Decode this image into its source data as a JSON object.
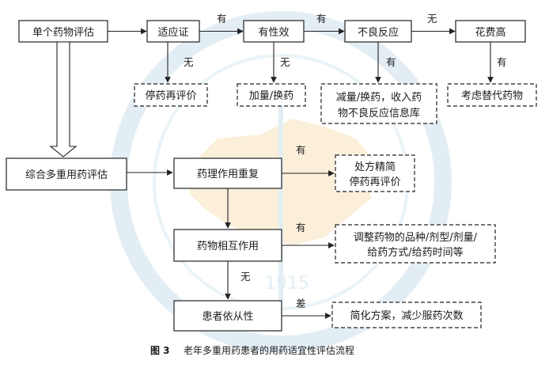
{
  "nodes": {
    "single_eval": "单个药物评估",
    "indication": "适应证",
    "efficacy": "有性效",
    "adverse": "不良反应",
    "cost": "花费高",
    "stop_reeval": "停药再评价",
    "add_switch": "加量/换药",
    "reduce_line1": "减量/换药，收入药",
    "reduce_line2": "物不良反应信息库",
    "alt_drug": "考虑替代药物",
    "comp_eval": "综合多重用药评估",
    "dup": "药理作用重复",
    "interact": "药物相互作用",
    "compliance": "患者依从性",
    "simplify_line1": "处方精简",
    "simplify_line2": "停药再评价",
    "adjust_line1": "调整药物的品种/剂型/剂量/",
    "adjust_line2": "给药方式/给药时间等",
    "reduce_plan": "简化方案，减少服药次数"
  },
  "edges": {
    "yes": "有",
    "no": "无",
    "poor": "差"
  },
  "caption": {
    "num": "图 3",
    "text": "老年多重用药患者的用药适宜性评估流程"
  },
  "watermark": {
    "year": "1915"
  }
}
